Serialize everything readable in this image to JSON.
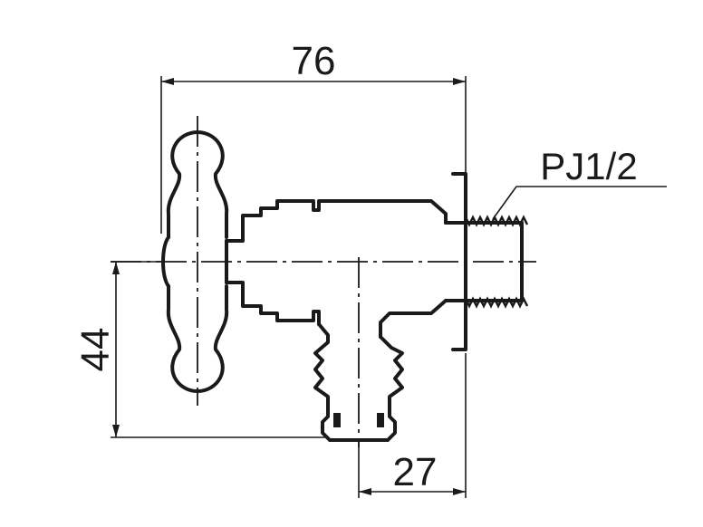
{
  "drawing": {
    "dimensions": {
      "overall_width": "76",
      "height_to_outlet": "44",
      "outlet_offset": "27"
    },
    "thread_callout": "PJ1/2",
    "colors": {
      "line": "#1a1a1a",
      "background": "#ffffff"
    }
  }
}
